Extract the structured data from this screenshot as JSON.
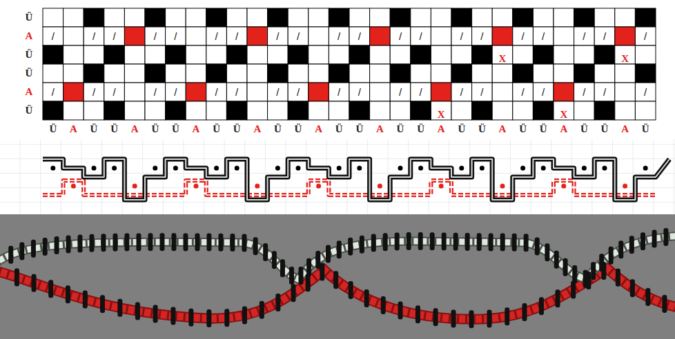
{
  "diagram": {
    "labels": [
      "Ü",
      "A",
      "/",
      "/",
      "/",
      "/",
      "/",
      "/",
      "/",
      "/",
      "/",
      "/",
      "/",
      "/",
      "/",
      "/",
      "/",
      "/",
      "/",
      "/",
      "/",
      "/",
      "Ü",
      "X",
      "X",
      "Ü",
      "A",
      "/",
      "/",
      "/",
      "/",
      "/",
      "/",
      "/",
      "/",
      "/",
      "/",
      "/",
      "/",
      "/",
      "/",
      "/",
      "/",
      "/",
      "/",
      "/",
      "/",
      "Ü",
      "X",
      "X",
      "Ü",
      "A",
      "Ü",
      "Ü",
      "A",
      "Ü",
      "Ü",
      "A",
      "Ü",
      "Ü",
      "A",
      "Ü",
      "Ü",
      "A",
      "Ü",
      "Ü",
      "A",
      "Ü",
      "Ü",
      "A",
      "Ü",
      "Ü",
      "A",
      "Ü",
      "Ü",
      "A",
      "Ü",
      "Ü",
      "A",
      "Ü"
    ]
  }
}
